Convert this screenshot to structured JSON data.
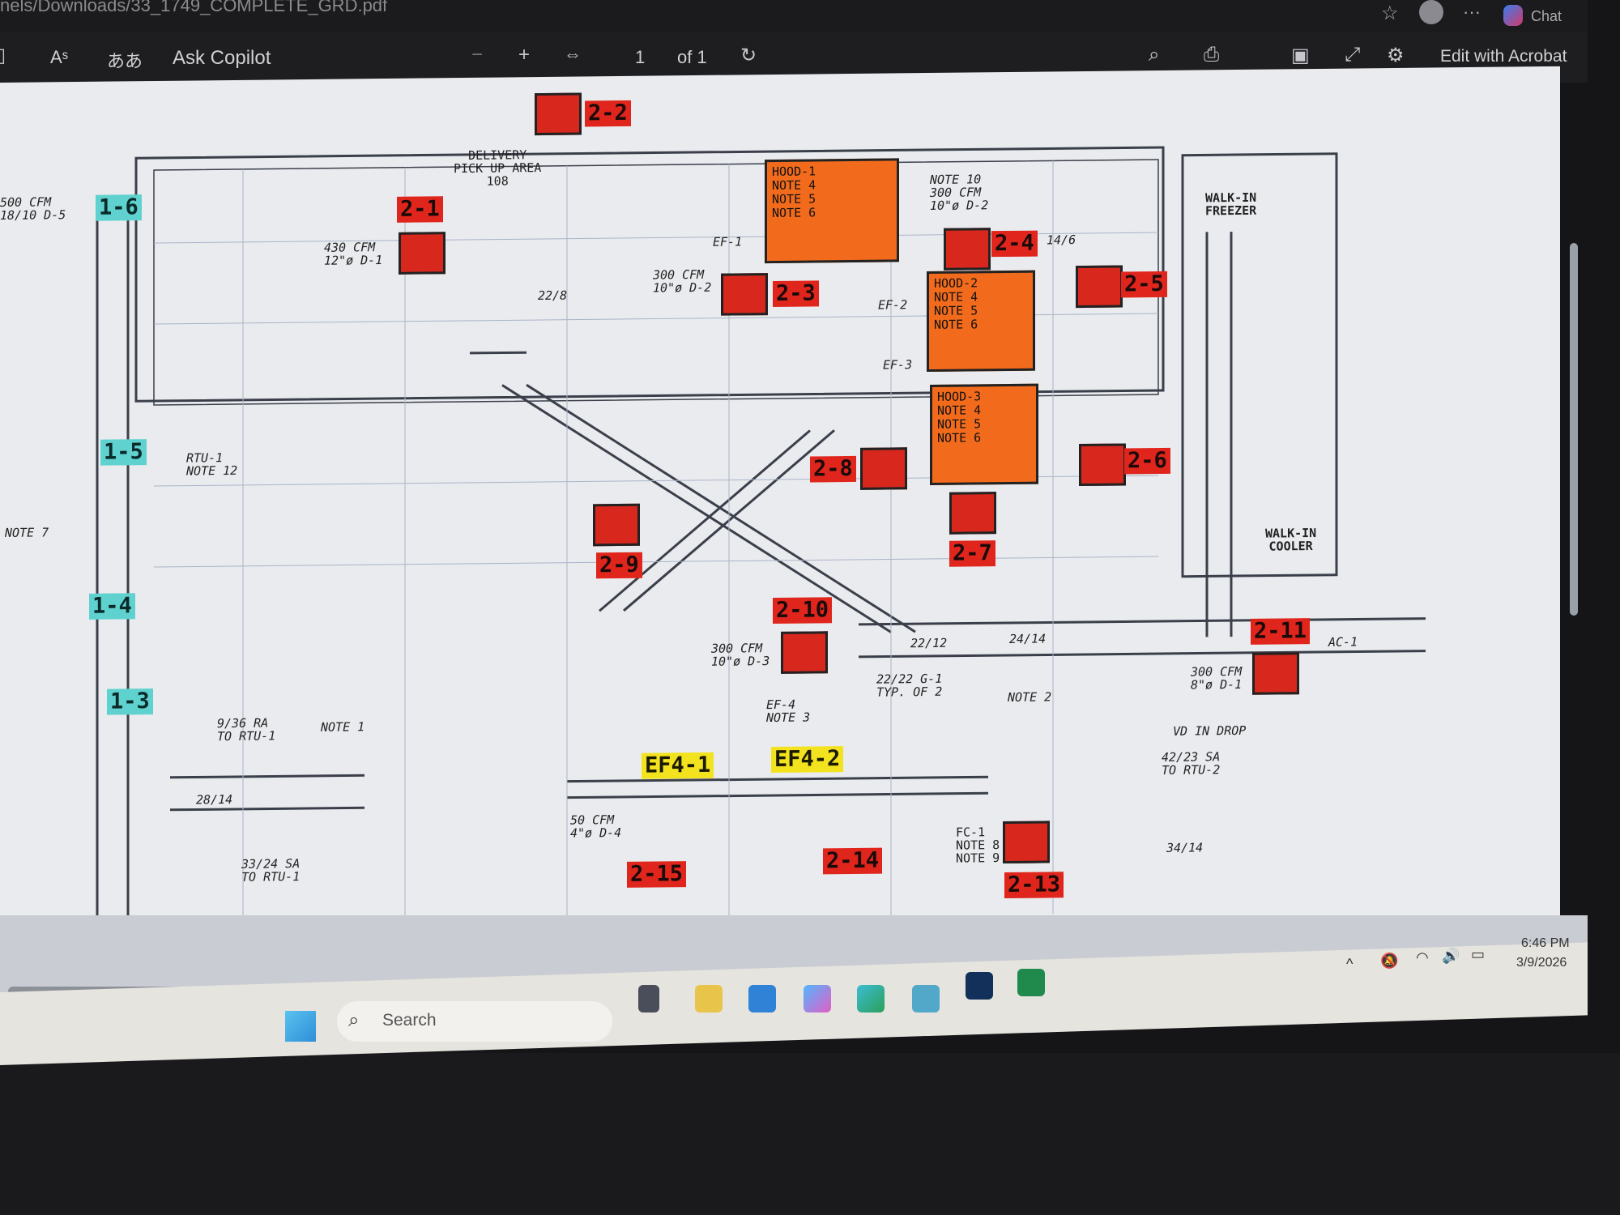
{
  "browser": {
    "address": "nels/Downloads/33_1749_COMPLETE_GRD.pdf",
    "chat_label": "Chat"
  },
  "toolbar": {
    "ask_copilot": "Ask Copilot",
    "page_current": "1",
    "page_total": "of 1",
    "edit_acrobat": "Edit with Acrobat",
    "read_aloud": "Aˢ",
    "translate": "ああ"
  },
  "drawing": {
    "tags_red": [
      "2-1",
      "2-2",
      "2-3",
      "2-4",
      "2-5",
      "2-6",
      "2-7",
      "2-8",
      "2-9",
      "2-10",
      "2-11",
      "2-13",
      "2-14",
      "2-15"
    ],
    "tags_teal": [
      "1-3",
      "1-4",
      "1-5",
      "1-6"
    ],
    "tags_yellow": [
      "EF4-1",
      "EF4-2"
    ],
    "hoods": [
      "HOOD-1\nNOTE 4\nNOTE 5\nNOTE 6",
      "HOOD-2\nNOTE 4\nNOTE 5\nNOTE 6",
      "HOOD-3\nNOTE 4\nNOTE 5\nNOTE 6"
    ],
    "notes": {
      "delivery": "DELIVERY\nPICK UP AREA\n108",
      "freezer": "WALK-IN\nFREEZER",
      "cooler": "WALK-IN\nCOOLER",
      "n1": "500 CFM\n18/10 D-5",
      "n2": "430 CFM\n12\"ø D-1",
      "n3": "300 CFM\n10\"ø D-2",
      "n4": "NOTE 10\n300 CFM\n10\"ø D-2",
      "n5": "300 CFM\n10\"ø D-3",
      "n6": "300 CFM\n8\"ø D-1",
      "n7": "RTU-1\nNOTE 12",
      "n8": "NOTE 7",
      "n9": "9/36 RA\nTO RTU-1",
      "n10": "33/24 SA\nTO RTU-1",
      "n11": "42/23 SA\nTO RTU-2",
      "n12": "EF-4\nNOTE 3",
      "n13": "FC-1\nNOTE 8\nNOTE 9",
      "n14": "22/22 G-1\nTYP. OF 2",
      "n15": "50 CFM\n4\"ø D-4",
      "n16": "VD IN DROP",
      "n17": "AC-1",
      "n18": "22/12",
      "n19": "24/14",
      "n20": "28/14",
      "n21": "34/14",
      "n22": "NOTE 1",
      "n23": "NOTE 2",
      "n24": "EF-1",
      "n25": "EF-2",
      "n26": "EF-3",
      "n27": "14/6",
      "n28": "22/8"
    }
  },
  "taskbar": {
    "search_placeholder": "Search",
    "time": "6:46 PM",
    "date": "3/9/2026"
  }
}
